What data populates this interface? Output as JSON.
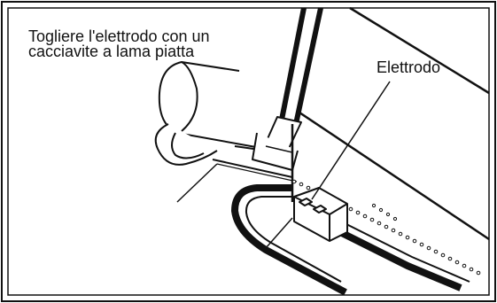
{
  "figure": {
    "instruction_line1": "Togliere l'elettrodo con un",
    "instruction_line2": "cacciavite a lama piatta",
    "electrode_label": "Elettrodo"
  },
  "colors": {
    "line": "#111111",
    "background": "#ffffff"
  }
}
